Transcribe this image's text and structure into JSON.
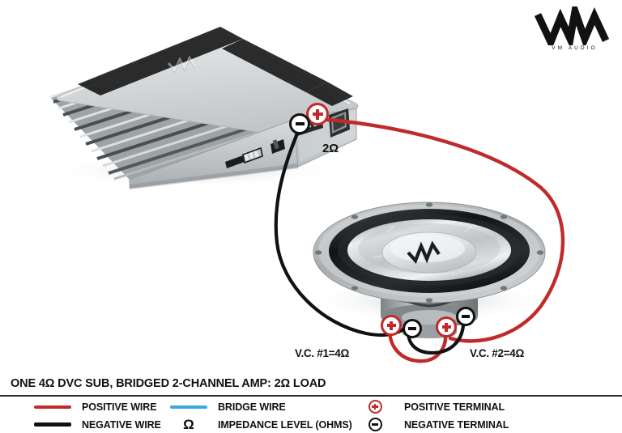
{
  "meta": {
    "diagram_title": "ONE 4Ω DVC SUB, BRIDGED 2-CHANNEL AMP: 2Ω LOAD",
    "background": "#ffffff"
  },
  "brand": {
    "mark_name": "vm-waveform-logo",
    "wordmark": "VM  AUDIO"
  },
  "amplifier": {
    "name": "bridged-2-channel-amplifier",
    "body_color": "#c9cdd0",
    "stripe_color": "#1d1d1d",
    "load_label": "2Ω",
    "terminals": [
      {
        "id": "amp-positive",
        "type": "positive",
        "symbol": "+",
        "color": "#c02a2a"
      },
      {
        "id": "amp-negative",
        "type": "negative",
        "symbol": "−",
        "color": "#111111"
      }
    ]
  },
  "subwoofer": {
    "name": "dvc-subwoofer",
    "basket_color": "#b9bcbe",
    "surround_color": "#141414",
    "cone_color": "#d8dadb",
    "voice_coils": [
      {
        "id": "vc1",
        "label": "V.C. #1=4Ω",
        "impedance": "4Ω",
        "terminals": [
          {
            "type": "positive",
            "symbol": "+"
          },
          {
            "type": "negative",
            "symbol": "−"
          }
        ]
      },
      {
        "id": "vc2",
        "label": "V.C. #2=4Ω",
        "impedance": "4Ω",
        "terminals": [
          {
            "type": "positive",
            "symbol": "+"
          },
          {
            "type": "negative",
            "symbol": "−"
          }
        ]
      }
    ]
  },
  "wiring": {
    "positive_color": "#c02a2a",
    "negative_color": "#111111",
    "bridge_color": "#3ba9dc",
    "description_amp_positive": "amp-positive to vc2-positive (long right sweep)",
    "description_amp_negative": "amp-negative to vc1-negative (left sweep)",
    "description_series_link": "vc1-positive to vc2-negative"
  },
  "legend": {
    "items": [
      {
        "swatch": "line",
        "swatch_name": "positive-wire-swatch",
        "color": "#c02a2a",
        "label": "POSITIVE WIRE",
        "col": 0,
        "row": 0
      },
      {
        "swatch": "line",
        "swatch_name": "negative-wire-swatch",
        "color": "#111111",
        "label": "NEGATIVE WIRE",
        "col": 0,
        "row": 1
      },
      {
        "swatch": "line",
        "swatch_name": "bridge-wire-swatch",
        "color": "#3ba9dc",
        "label": "BRIDGE WIRE",
        "col": 1,
        "row": 0
      },
      {
        "swatch": "omega",
        "swatch_name": "omega-symbol",
        "glyph": "Ω",
        "label": "IMPEDANCE LEVEL (OHMS)",
        "col": 1,
        "row": 1
      },
      {
        "swatch": "terminal-pos",
        "swatch_name": "positive-terminal-icon",
        "color": "#c02a2a",
        "label": "POSITIVE TERMINAL",
        "col": 2,
        "row": 0
      },
      {
        "swatch": "terminal-neg",
        "swatch_name": "negative-terminal-icon",
        "color": "#111111",
        "label": "NEGATIVE TERMINAL",
        "col": 2,
        "row": 1
      }
    ]
  }
}
